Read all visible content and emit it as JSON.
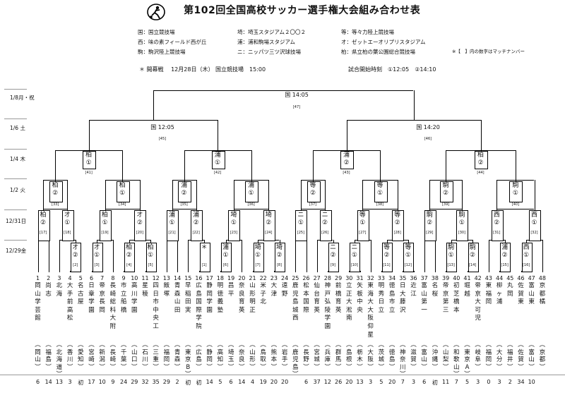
{
  "header": {
    "title": "第102回全国高校サッカー選手権大会組み合わせ表"
  },
  "legend": {
    "venues": [
      "国：国立競技場",
      "埼：埼玉スタジアム２〇〇２",
      "等：等々力陸上競技場",
      "西：味の素フィールド西が丘",
      "浦：浦和駒場スタジアム",
      "オ：ゼットエーオリプリスタジアム",
      "駒：駒沢陸上競技場",
      "ニ：ニッパツ三ツ沢球技場",
      "柏：県立柏の葉公園総合競技場"
    ],
    "note": "※【　】内の数字はマッチナンバー"
  },
  "schedule": {
    "opening": "＊ 開幕戦　 12月28日（木） 国立競技場　15:00",
    "kickoff": "試合開始時刻　①12:05　②14:10"
  },
  "rounds": {
    "final": "1/8月・祝",
    "semi": "1/6 土",
    "qf": "1/4 木",
    "r3": "1/2 火",
    "r2": "12/31日",
    "r1": "12/29金"
  },
  "matches": {
    "m47": {
      "venue": "国 14:05",
      "no": "[47]"
    },
    "m45": {
      "venue": "国 12:05",
      "no": "[45]"
    },
    "m46": {
      "venue": "国 14:20",
      "no": "[46]"
    },
    "qf": [
      {
        "v": "柏",
        "t": "①",
        "no": "[41]"
      },
      {
        "v": "浦",
        "t": "①",
        "no": "[42]"
      },
      {
        "v": "浦",
        "t": "②",
        "no": "[43]"
      },
      {
        "v": "柏",
        "t": "②",
        "no": "[44]"
      }
    ],
    "r3": [
      {
        "v": "柏",
        "t": "②",
        "no": "[33]"
      },
      {
        "v": "柏",
        "t": "①",
        "no": "[34]"
      },
      {
        "v": "浦",
        "t": "②",
        "no": "[35]"
      },
      {
        "v": "浦",
        "t": "①",
        "no": "[36]"
      },
      {
        "v": "等",
        "t": "②",
        "no": "[37]"
      },
      {
        "v": "等",
        "t": "①",
        "no": "[38]"
      },
      {
        "v": "駒",
        "t": "②",
        "no": "[39]"
      },
      {
        "v": "駒",
        "t": "①",
        "no": "[40]"
      }
    ],
    "r2": [
      {
        "v": "柏",
        "t": "②",
        "no": "[17]"
      },
      {
        "v": "オ",
        "t": "①",
        "no": "[18]"
      },
      {
        "v": "柏",
        "t": "①",
        "no": "[19]"
      },
      {
        "v": "オ",
        "t": "②",
        "no": "[20]"
      },
      {
        "v": "浦",
        "t": "①",
        "no": "[21]"
      },
      {
        "v": "浦",
        "t": "②",
        "no": "[22]"
      },
      {
        "v": "埼",
        "t": "①",
        "no": "[23]"
      },
      {
        "v": "埼",
        "t": "②",
        "no": "[24]"
      },
      {
        "v": "ニ",
        "t": "①",
        "no": "[25]"
      },
      {
        "v": "ニ",
        "t": "②",
        "no": "[26]"
      },
      {
        "v": "等",
        "t": "①",
        "no": "[27]"
      },
      {
        "v": "等",
        "t": "②",
        "no": "[28]"
      },
      {
        "v": "駒",
        "t": "②",
        "no": "[29]"
      },
      {
        "v": "駒",
        "t": "①",
        "no": "[30]"
      },
      {
        "v": "西",
        "t": "②",
        "no": "[31]"
      },
      {
        "v": "西",
        "t": "①",
        "no": "[32]"
      }
    ],
    "r1": [
      {
        "v": "オ",
        "t": "②",
        "no": "[2]"
      },
      {
        "v": "オ",
        "t": "①",
        "no": "[3]"
      },
      {
        "v": "柏",
        "t": "②",
        "no": "[4]"
      },
      {
        "v": "柏",
        "t": "①",
        "no": "[5]"
      },
      {
        "v": "＊",
        "t": "",
        "no": "[1]"
      },
      {
        "v": "浦",
        "t": "①",
        "no": "[6]"
      },
      {
        "v": "埼",
        "t": "①",
        "no": "[7]"
      },
      {
        "v": "埼",
        "t": "②",
        "no": "[8]"
      },
      {
        "v": "ニ",
        "t": "②",
        "no": "[9]"
      },
      {
        "v": "ニ",
        "t": "①",
        "no": "[10]"
      },
      {
        "v": "等",
        "t": "②",
        "no": "[11]"
      },
      {
        "v": "等",
        "t": "①",
        "no": "[12]"
      },
      {
        "v": "駒",
        "t": "①",
        "no": "[13]"
      },
      {
        "v": "駒",
        "t": "②",
        "no": "[14]"
      },
      {
        "v": "浦",
        "t": "②",
        "no": "[15]"
      },
      {
        "v": "西",
        "t": "①",
        "no": "[16]"
      }
    ]
  },
  "teams": [
    {
      "n": "1",
      "s": "岡山学芸館",
      "p": "（岡山）",
      "c": "6"
    },
    {
      "n": "2",
      "s": "尚志",
      "p": "（福島）",
      "c": "14"
    },
    {
      "n": "3",
      "s": "北海",
      "p": "（北海道）",
      "c": "13"
    },
    {
      "n": "4",
      "s": "大手前高松",
      "p": "（香川）",
      "c": "3"
    },
    {
      "n": "5",
      "s": "名古屋",
      "p": "（愛知）",
      "c": "初"
    },
    {
      "n": "6",
      "s": "日章学園",
      "p": "（宮崎）",
      "c": "17"
    },
    {
      "n": "7",
      "s": "帝京長岡",
      "p": "（新潟）",
      "c": "10"
    },
    {
      "n": "8",
      "s": "長崎総科大附",
      "p": "（長崎）",
      "c": "9"
    },
    {
      "n": "9",
      "s": "市立船橋",
      "p": "（千葉）",
      "c": "24"
    },
    {
      "n": "10",
      "s": "高川学園",
      "p": "（山口）",
      "c": "29"
    },
    {
      "n": "11",
      "s": "星稜",
      "p": "（石川）",
      "c": "32"
    },
    {
      "n": "12",
      "s": "四日市中央工",
      "p": "（三重）",
      "c": "35"
    },
    {
      "n": "13",
      "s": "飯塚",
      "p": "（福岡）",
      "c": "29"
    },
    {
      "n": "14",
      "s": "青森山田",
      "p": "（青森）",
      "c": "2"
    },
    {
      "n": "15",
      "s": "早稲田実",
      "p": "（東京B）",
      "c": "初"
    },
    {
      "n": "16",
      "s": "広島国際学院",
      "p": "（広島）",
      "c": "初"
    },
    {
      "n": "17",
      "s": "静岡学園",
      "p": "（静岡）",
      "c": "14"
    },
    {
      "n": "18",
      "s": "明徳義塾",
      "p": "（高知）",
      "c": "5"
    },
    {
      "n": "19",
      "s": "昌平",
      "p": "（埼玉）",
      "c": "6"
    },
    {
      "n": "20",
      "s": "奈良育英",
      "p": "（奈良）",
      "c": "14"
    },
    {
      "n": "21",
      "s": "山形明正",
      "p": "（山形）",
      "c": "4"
    },
    {
      "n": "22",
      "s": "米子北",
      "p": "（鳥取）",
      "c": "19"
    },
    {
      "n": "23",
      "s": "大津",
      "p": "（熊本）",
      "c": "20"
    },
    {
      "n": "24",
      "s": "遠野",
      "p": "（岩手）",
      "c": "20"
    },
    {
      "n": "25",
      "s": "鹿児島城西",
      "p": "（鹿児島）",
      "c": ""
    },
    {
      "n": "26",
      "s": "松本国際",
      "p": "（長野）",
      "c": "6"
    },
    {
      "n": "27",
      "s": "仙台育英",
      "p": "（宮城）",
      "c": "37"
    },
    {
      "n": "28",
      "s": "神戸弘陵学園",
      "p": "（兵庫）",
      "c": "12"
    },
    {
      "n": "29",
      "s": "前橋育英",
      "p": "（群馬）",
      "c": "26"
    },
    {
      "n": "30",
      "s": "立正大淞南",
      "p": "（島根）",
      "c": "20"
    },
    {
      "n": "31",
      "s": "矢板中央",
      "p": "（栃木）",
      "c": "13"
    },
    {
      "n": "32",
      "s": "東海大大阪仰星",
      "p": "（大阪）",
      "c": "3"
    },
    {
      "n": "33",
      "s": "明秀日立",
      "p": "（茨城）",
      "c": "5"
    },
    {
      "n": "34",
      "s": "徳島市立",
      "p": "（徳島）",
      "c": "20"
    },
    {
      "n": "35",
      "s": "日大藤沢",
      "p": "（神奈川）",
      "c": "7"
    },
    {
      "n": "36",
      "s": "近江",
      "p": "（滋賀）",
      "c": "3"
    },
    {
      "n": "37",
      "s": "富山第一",
      "p": "（富山）",
      "c": "6"
    },
    {
      "n": "38",
      "s": "名桜",
      "p": "（沖縄）",
      "c": "初"
    },
    {
      "n": "39",
      "s": "帝京第三",
      "p": "（山梨）",
      "c": "11"
    },
    {
      "n": "40",
      "s": "初芝橋本",
      "p": "（和歌山）",
      "c": "7"
    },
    {
      "n": "41",
      "s": "堀越",
      "p": "（東京A）",
      "c": "5"
    },
    {
      "n": "42",
      "s": "帝京大可児",
      "p": "（岐阜）",
      "c": "3"
    },
    {
      "n": "43",
      "s": "東福岡",
      "p": "（福岡）",
      "c": "0"
    },
    {
      "n": "44",
      "s": "柳ヶ浦",
      "p": "（大分）",
      "c": "3"
    },
    {
      "n": "45",
      "s": "丸岡",
      "p": "（福井）",
      "c": "2"
    },
    {
      "n": "46",
      "s": "佐賀東",
      "p": "（佐賀）",
      "c": "34"
    },
    {
      "n": "47",
      "s": "富山東",
      "p": "（富山）",
      "c": "10"
    },
    {
      "n": "48",
      "s": "京都橘",
      "p": "（京都）",
      "c": ""
    }
  ]
}
